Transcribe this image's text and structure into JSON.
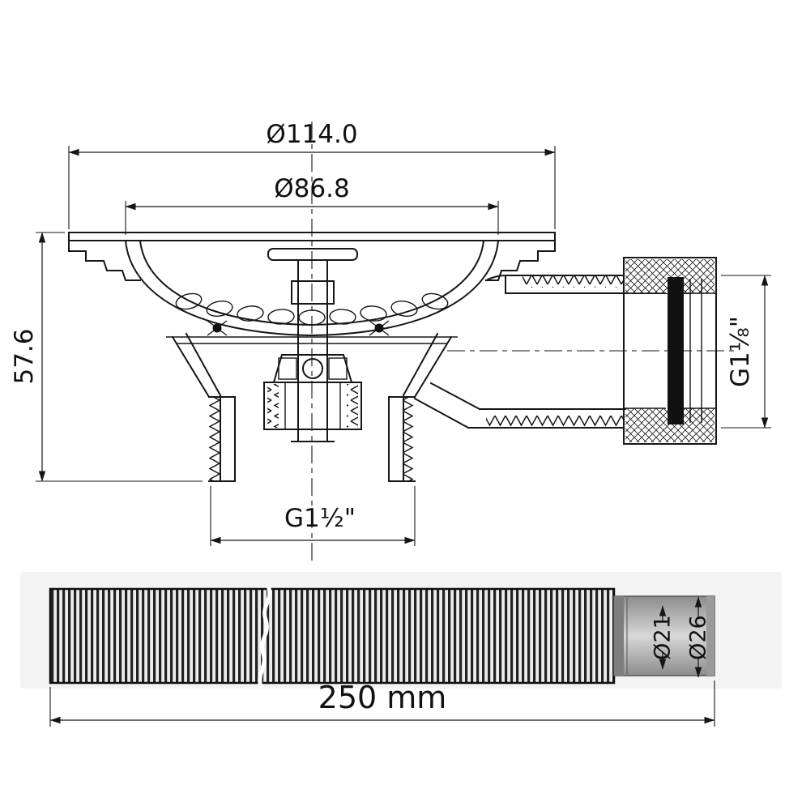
{
  "drawing": {
    "dim_outer_diameter": "Ø114.0",
    "dim_inner_diameter": "Ø86.8",
    "dim_height": "57.6",
    "dim_bottom_thread": "G1½\"",
    "dim_side_thread": "G1⅛\""
  },
  "hose": {
    "dim_inner": "Ø21",
    "dim_outer": "Ø26",
    "dim_length": "250 mm"
  }
}
